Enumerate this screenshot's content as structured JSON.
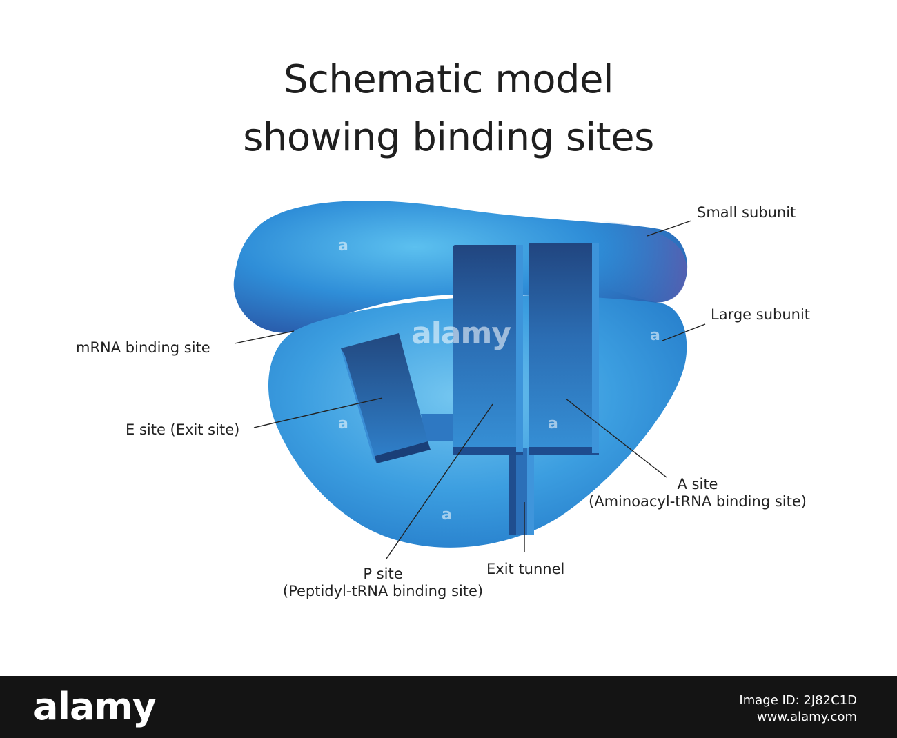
{
  "title": {
    "line1": "Schematic model",
    "line2": "showing binding sites"
  },
  "labels": {
    "small_subunit": "Small subunit",
    "large_subunit": "Large subunit",
    "mrna_binding_site": "mRNA binding site",
    "e_site": "E site (Exit site)",
    "a_site_line1": "A site",
    "a_site_line2": "(Aminoacyl-tRNA binding site)",
    "p_site_line1": "P site",
    "p_site_line2": "(Peptidyl-tRNA binding site)",
    "exit_tunnel": "Exit tunnel"
  },
  "watermark": {
    "brand": "alamy",
    "small_mark": "a"
  },
  "footer": {
    "brand": "alamy",
    "image_id": "Image ID: 2J82C1D",
    "site": "www.alamy.com"
  },
  "colors": {
    "subunit_blue": "#2f8fd8",
    "site_blue": "#2460a8",
    "text": "#222222",
    "footer_bg": "#141414"
  }
}
